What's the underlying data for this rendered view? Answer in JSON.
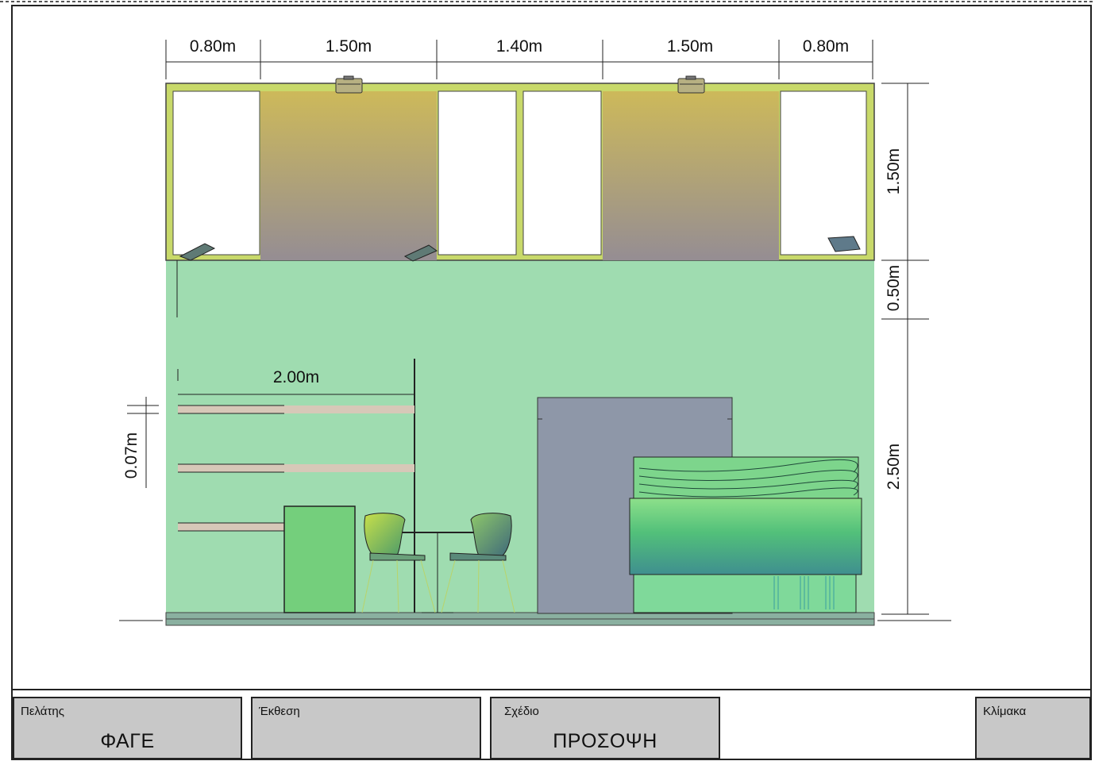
{
  "dimensions": {
    "top": [
      "0.80m",
      "1.50m",
      "1.40m",
      "1.50m",
      "0.80m"
    ],
    "right": [
      "1.50m",
      "0.50m",
      "2.50m"
    ],
    "shelf_width": "2.00m",
    "shelf_thickness": "0.07m"
  },
  "title_block": {
    "client_label": "Πελάτης",
    "client_value": "ΦΑΓΕ",
    "exhibition_label": "Έκθεση",
    "exhibition_value": "",
    "drawing_label": "Σχέδιο",
    "drawing_value": "ΠΡΟΣΟΨΗ",
    "scale_label": "Κλίμακα",
    "scale_value": ""
  },
  "colors": {
    "frame": "#c8d96a",
    "wall_green": "#9fdcb0",
    "panel_gradient_top": "#cdb95a",
    "panel_gradient_bottom": "#9a8e8e",
    "fridge_grey": "#8e97a8",
    "cabinet_green": "#74cf7c",
    "title_grey": "#c8c8c8"
  }
}
